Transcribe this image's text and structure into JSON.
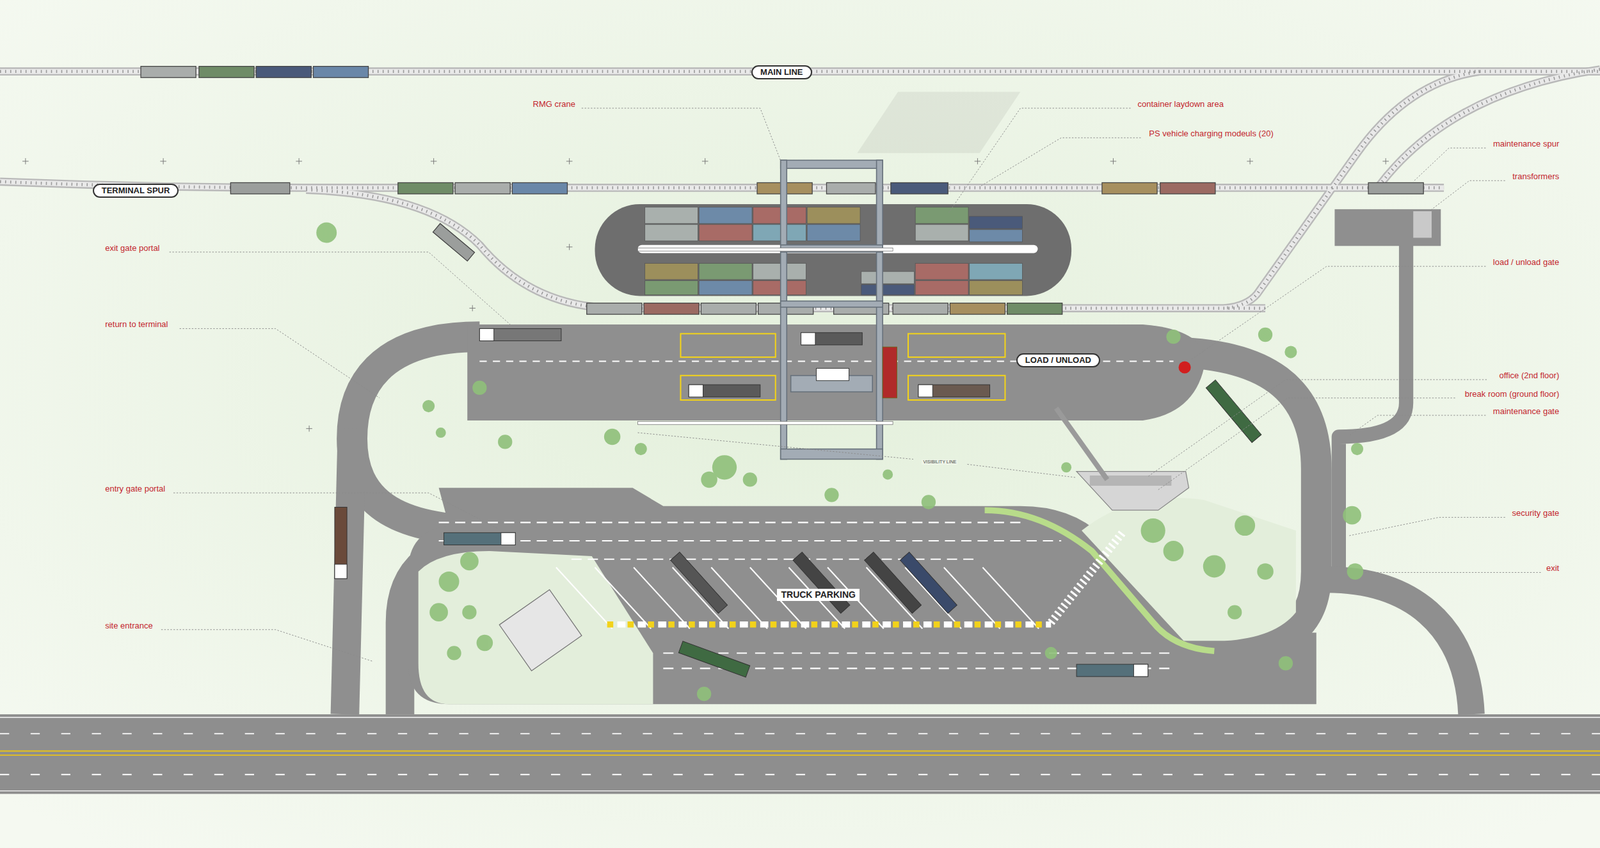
{
  "diagram": {
    "labels": [
      "MAIN LINE",
      "RMG crane",
      "container laydown area",
      "PS vehicle charging modeuls (20)",
      "maintenance spur",
      "TERMINAL SPUR",
      "transformers",
      "exit gate portal",
      "load / unload gate",
      "return to terminal",
      "LOAD / UNLOAD",
      "office (2nd floor)",
      "break room (ground floor)",
      "maintenance gate",
      "VISIBILITY LINE",
      "entry gate portal",
      "security gate",
      "exit",
      "TRUCK PARKING",
      "site entrance"
    ]
  }
}
